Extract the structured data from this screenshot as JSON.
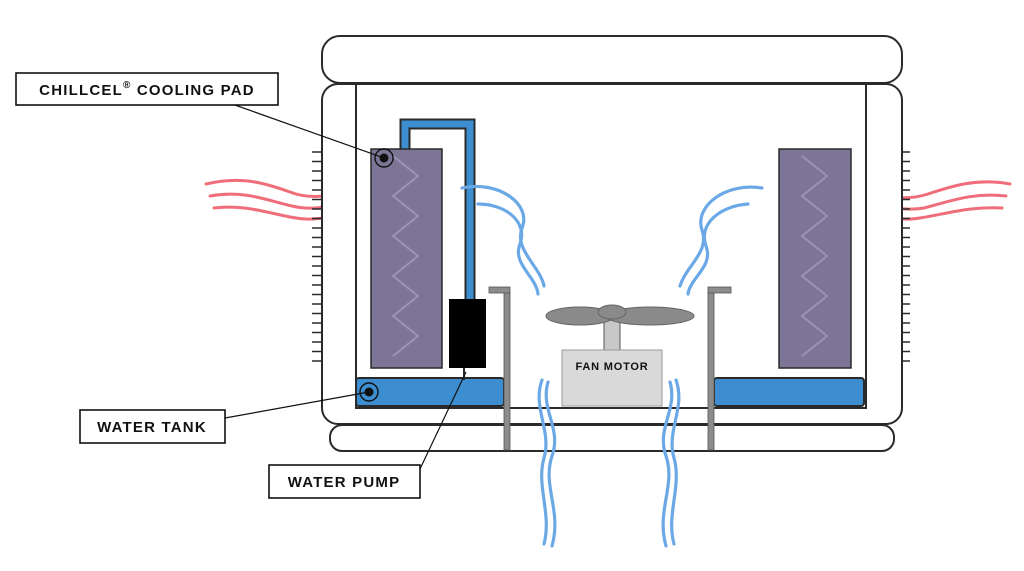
{
  "labels": {
    "cooling_pad": "CHILLCEL",
    "cooling_pad_mark": "®",
    "cooling_pad_suffix": " COOLING PAD",
    "water_tank": "WATER TANK",
    "water_pump": "WATER PUMP",
    "fan_motor": "FAN MOTOR"
  },
  "colors": {
    "outline": "#2a2a2a",
    "pad_fill": "#7c7596",
    "pad_zigzag": "#9b94b5",
    "water": "#3d8ed0",
    "pump": "#000000",
    "cool_air": "#6aa8e6",
    "hot_air": "#ef6e7a",
    "motor_fill": "#d9d9d9",
    "blade_fill": "#8a8a8a",
    "post_fill": "#8c8c8c"
  }
}
